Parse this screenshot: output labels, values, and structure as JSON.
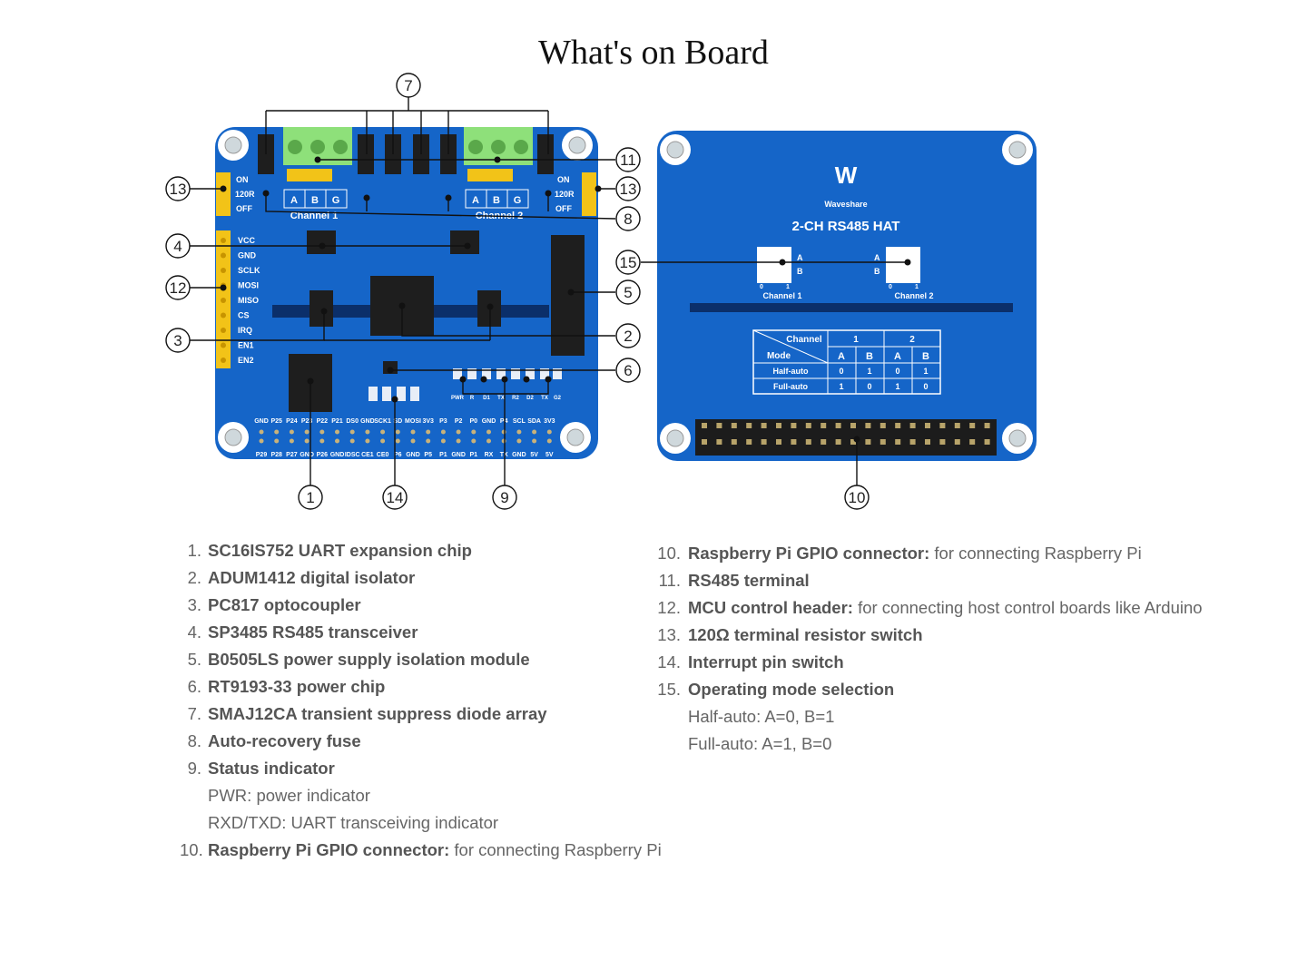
{
  "title": "What's on Board",
  "colors": {
    "pcb": "#1565c8",
    "pcb_dark": "#0c47a1",
    "header_yellow": "#f2c318",
    "terminal_green": "#8ee07a",
    "chip": "#1e1e1e"
  },
  "front": {
    "channel_labels": [
      "Channel 1",
      "Channel 2"
    ],
    "switch_labels": [
      "ON",
      "120R",
      "OFF"
    ],
    "terminal_letters": [
      "A",
      "B",
      "G"
    ],
    "mcu_pins": [
      "VCC",
      "GND",
      "SCLK",
      "MOSI",
      "MISO",
      "CS",
      "IRQ",
      "EN1",
      "EN2"
    ],
    "led_labels": [
      "PWR",
      "R",
      "D1",
      "TX",
      "R2",
      "D2",
      "TX",
      "G2"
    ],
    "gpio_top": [
      "GND",
      "P25",
      "P24",
      "P23",
      "P22",
      "P21",
      "DS0",
      "GND",
      "SCK1",
      "SD",
      "MOSI",
      "3V3",
      "P3",
      "P2",
      "P0",
      "GND",
      "P4",
      "SCL",
      "SDA",
      "3V3"
    ],
    "gpio_bottom": [
      "P29",
      "P28",
      "P27",
      "GND",
      "P26",
      "GND",
      "IDSC",
      "CE1",
      "CE0",
      "P6",
      "GND",
      "P5",
      "P1",
      "GND",
      "P1",
      "RX",
      "TX",
      "GND",
      "5V",
      "5V"
    ]
  },
  "back": {
    "brand": "Waveshare",
    "product": "2-CH RS485 HAT",
    "channel_labels": [
      "Channel 1",
      "Channel 2"
    ],
    "switch_letters": [
      "A",
      "B"
    ],
    "switch_bits": [
      "0",
      "1"
    ],
    "table": {
      "corner_top": "Channel",
      "corner_bottom": "Mode",
      "channels": [
        "1",
        "2"
      ],
      "columns": [
        "A",
        "B",
        "A",
        "B"
      ],
      "rows": [
        {
          "mode": "Half-auto",
          "values": [
            "0",
            "1",
            "0",
            "1"
          ]
        },
        {
          "mode": "Full-auto",
          "values": [
            "1",
            "0",
            "1",
            "0"
          ]
        }
      ]
    }
  },
  "callouts": [
    "1",
    "2",
    "3",
    "4",
    "5",
    "6",
    "7",
    "8",
    "9",
    "10",
    "11",
    "12",
    "13",
    "14",
    "15"
  ],
  "legend_left": [
    {
      "num": "1.",
      "bold": "SC16IS752 UART expansion chip",
      "rest": ""
    },
    {
      "num": "2.",
      "bold": "ADUM1412 digital isolator",
      "rest": ""
    },
    {
      "num": "3.",
      "bold": "PC817 optocoupler",
      "rest": ""
    },
    {
      "num": "4.",
      "bold": "SP3485 RS485 transceiver",
      "rest": ""
    },
    {
      "num": "5.",
      "bold": "B0505LS power supply isolation module",
      "rest": ""
    },
    {
      "num": "6.",
      "bold": "RT9193-33 power chip",
      "rest": ""
    },
    {
      "num": "7.",
      "bold": "SMAJ12CA transient suppress diode array",
      "rest": ""
    },
    {
      "num": "8.",
      "bold": "Auto-recovery fuse",
      "rest": ""
    },
    {
      "num": "9.",
      "bold": "Status indicator",
      "rest": "",
      "sub": [
        "PWR: power indicator",
        "RXD/TXD: UART transceiving indicator"
      ]
    },
    {
      "num": "10.",
      "bold": "Raspberry Pi GPIO connector:",
      "rest": " for connecting Raspberry Pi"
    }
  ],
  "legend_right": [
    {
      "num": "10.",
      "bold": "Raspberry Pi GPIO connector:",
      "rest": " for connecting Raspberry Pi"
    },
    {
      "num": "11.",
      "bold": "RS485 terminal",
      "rest": ""
    },
    {
      "num": "12.",
      "bold": "MCU control header:",
      "rest": " for connecting host control boards like Arduino"
    },
    {
      "num": "13.",
      "bold": "120Ω terminal resistor switch",
      "rest": ""
    },
    {
      "num": "14.",
      "bold": "Interrupt pin switch",
      "rest": ""
    },
    {
      "num": "15.",
      "bold": "Operating mode selection",
      "rest": "",
      "sub": [
        "Half-auto: A=0, B=1",
        "Full-auto: A=1, B=0"
      ]
    }
  ]
}
